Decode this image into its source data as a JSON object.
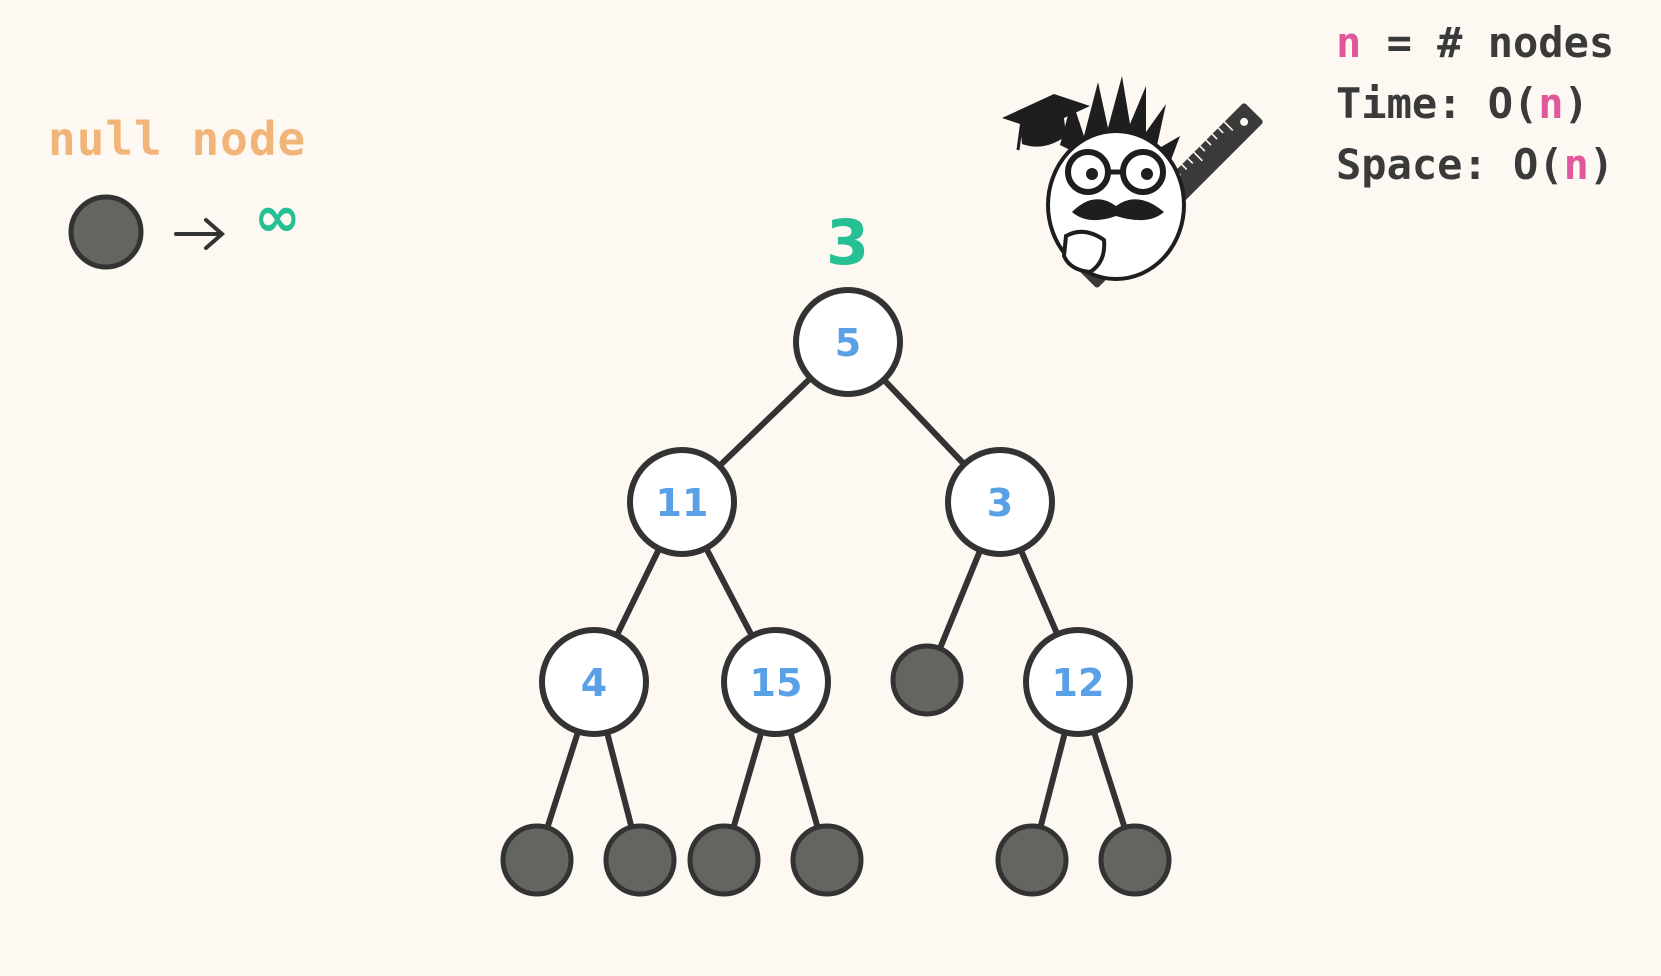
{
  "legend": {
    "title": "null node",
    "arrow": "→",
    "null_value": "∞"
  },
  "complexity": {
    "var": "n",
    "def_rest": " = # nodes",
    "time_prefix": "Time: O(",
    "space_prefix": "Space: O(",
    "suffix": ")"
  },
  "result": "3",
  "tree": {
    "nodes": [
      {
        "id": "root",
        "value": "5"
      },
      {
        "id": "n11",
        "value": "11"
      },
      {
        "id": "n3",
        "value": "3"
      },
      {
        "id": "n4",
        "value": "4"
      },
      {
        "id": "n15",
        "value": "15"
      },
      {
        "id": "n12",
        "value": "12"
      }
    ],
    "null_node_count": 7
  },
  "colors": {
    "background": "#fdf8f2",
    "node_fill": "#ffffff",
    "node_stroke": "#333333",
    "node_text": "#5aa0e6",
    "null_fill": "#646460",
    "accent_green": "#27bf94",
    "accent_orange": "#f2b579",
    "accent_pink": "#e0579b",
    "text_dark": "#3a3a3a"
  },
  "icons": [
    "professor-mascot-icon",
    "ruler-icon",
    "graduation-cap-icon"
  ]
}
